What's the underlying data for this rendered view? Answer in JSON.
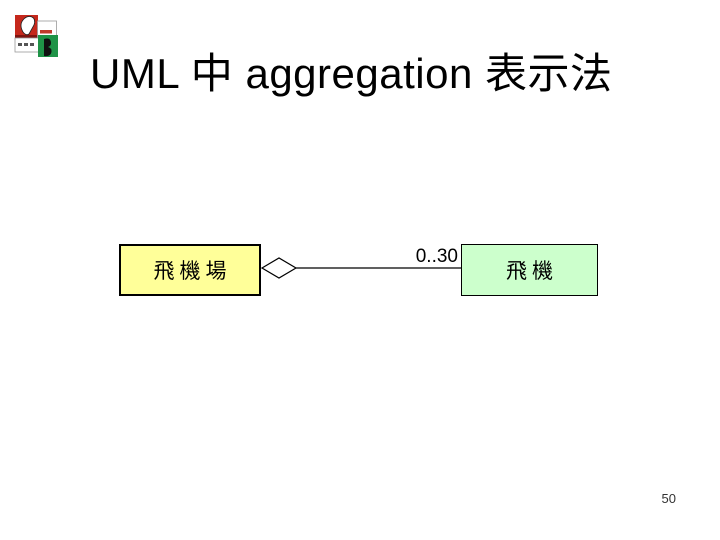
{
  "slide": {
    "title": "UML 中 aggregation 表示法",
    "page_number": "50",
    "background": "#ffffff"
  },
  "logo": {
    "icon": "uml-tool-logo",
    "colors": {
      "red_square": "#c5281c",
      "green_square": "#1f9347"
    }
  },
  "diagram": {
    "type": "uml-class-diagram",
    "classes": [
      {
        "name": "飛機場",
        "fill": "#ffff99",
        "border": "#000000"
      },
      {
        "name": "飛機",
        "fill": "#ccffcc",
        "border": "#000000"
      }
    ],
    "relationship": {
      "kind": "aggregation",
      "diamond_fill": "#ffffff",
      "line_color": "#000000",
      "multiplicity": "0..30"
    }
  }
}
